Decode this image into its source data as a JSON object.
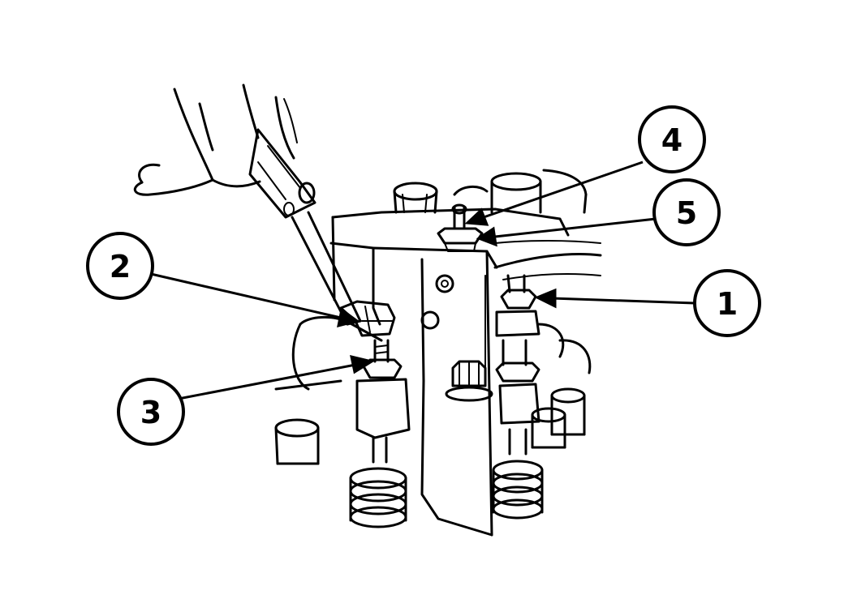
{
  "callouts": [
    {
      "label": "1",
      "part": "adjusting-screw-locknut"
    },
    {
      "label": "2",
      "part": "rocker-arm"
    },
    {
      "label": "3",
      "part": "valve-adjusting-screw"
    },
    {
      "label": "4",
      "part": "bridge-adjusting-screw"
    },
    {
      "label": "5",
      "part": "bridge-locknut"
    }
  ],
  "colors": {
    "ink": "#000000",
    "paper": "#ffffff"
  }
}
